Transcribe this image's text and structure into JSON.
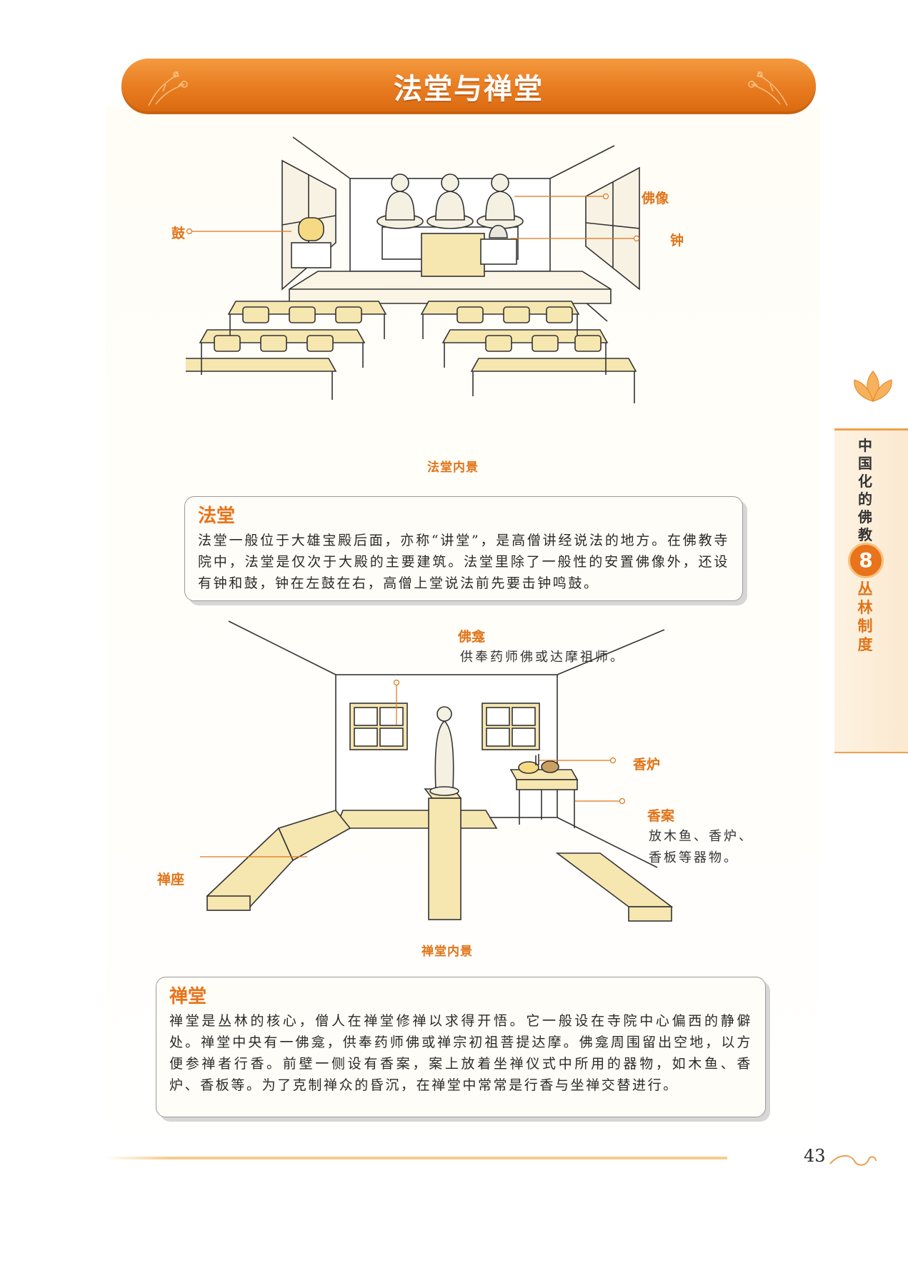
{
  "banner": {
    "title": "法堂与禅堂"
  },
  "fatang_illustration": {
    "caption": "法堂内景",
    "labels": {
      "buddha": "佛像",
      "drum": "鼓",
      "bell": "钟"
    }
  },
  "fatang_box": {
    "heading": "法堂",
    "body": "法堂一般位于大雄宝殿后面，亦称“讲堂”，是高僧讲经说法的地方。在佛教寺院中，法堂是仅次于大殿的主要建筑。法堂里除了一般性的安置佛像外，还设有钟和鼓，钟在左鼓在右，高僧上堂说法前先要击钟鸣鼓。"
  },
  "chantang_illustration": {
    "caption": "禅堂内景",
    "labels": {
      "niche": "佛龛",
      "niche_note": "供奉药师佛或达摩祖师。",
      "censer": "香炉",
      "incense_table": "香案",
      "table_note_1": "放木鱼、香炉、",
      "table_note_2": "香板等器物。",
      "seat": "禅座"
    }
  },
  "chantang_box": {
    "heading": "禅堂",
    "body": "禅堂是丛林的核心，僧人在禅堂修禅以求得开悟。它一般设在寺院中心偏西的静僻处。禅堂中央有一佛龛，供奉药师佛或禅宗初祖菩提达摩。佛龛周围留出空地，以方便参禅者行香。前壁一侧设有香案，案上放着坐禅仪式中所用的器物，如木鱼、香炉、香板等。为了克制禅众的昏沉，在禅堂中常常是行香与坐禅交替进行。"
  },
  "side_tab": {
    "chapter_title": "中国化的佛教",
    "chapter_number": "8",
    "section": "丛林制度"
  },
  "footer": {
    "page_number": "43"
  },
  "colors": {
    "accent": "#e8731a",
    "banner": "#ef8a2e",
    "wood": "#f6e6b0"
  }
}
